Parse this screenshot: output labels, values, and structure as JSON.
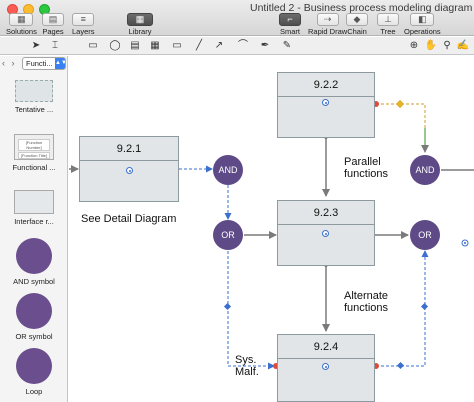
{
  "window": {
    "title": "Untitled 2 - Business process modeling diagram"
  },
  "toolbar": {
    "solutions": "Solutions",
    "pages": "Pages",
    "layers": "Layers",
    "library": "Library",
    "smart": "Smart",
    "rapid_draw": "Rapid Draw",
    "chain": "Chain",
    "tree": "Tree",
    "operations": "Operations"
  },
  "library": {
    "selected": "Functi...",
    "items": [
      {
        "label": "Tentative ...",
        "icon": "tentative-shape"
      },
      {
        "label": "Functional ...",
        "icon": "functional-shape",
        "sub1": "[Function Number]",
        "sub2": "[Function Title]"
      },
      {
        "label": "Interface r...",
        "icon": "interface-shape"
      },
      {
        "label": "AND symbol",
        "icon": "and-circle"
      },
      {
        "label": "OR symbol",
        "icon": "or-circle"
      },
      {
        "label": "Loop",
        "icon": "loop-circle"
      }
    ]
  },
  "diagram": {
    "boxes": {
      "b1": "9.2.1",
      "b2": "9.2.2",
      "b3": "9.2.3",
      "b4": "9.2.4"
    },
    "nodes": {
      "and1": "AND",
      "and2": "AND",
      "or1": "OR",
      "or2": "OR"
    },
    "labels": {
      "see_detail": "See Detail Diagram",
      "parallel": [
        "Parallel",
        "functions"
      ],
      "alternate": [
        "Alternate",
        "functions"
      ],
      "sys": [
        "Sys.",
        "Malf."
      ]
    }
  },
  "colors": {
    "node": "#5d4a86",
    "box": "#e1e5e7",
    "connector": "#7a7a7a",
    "link": "#3b6fd0"
  }
}
